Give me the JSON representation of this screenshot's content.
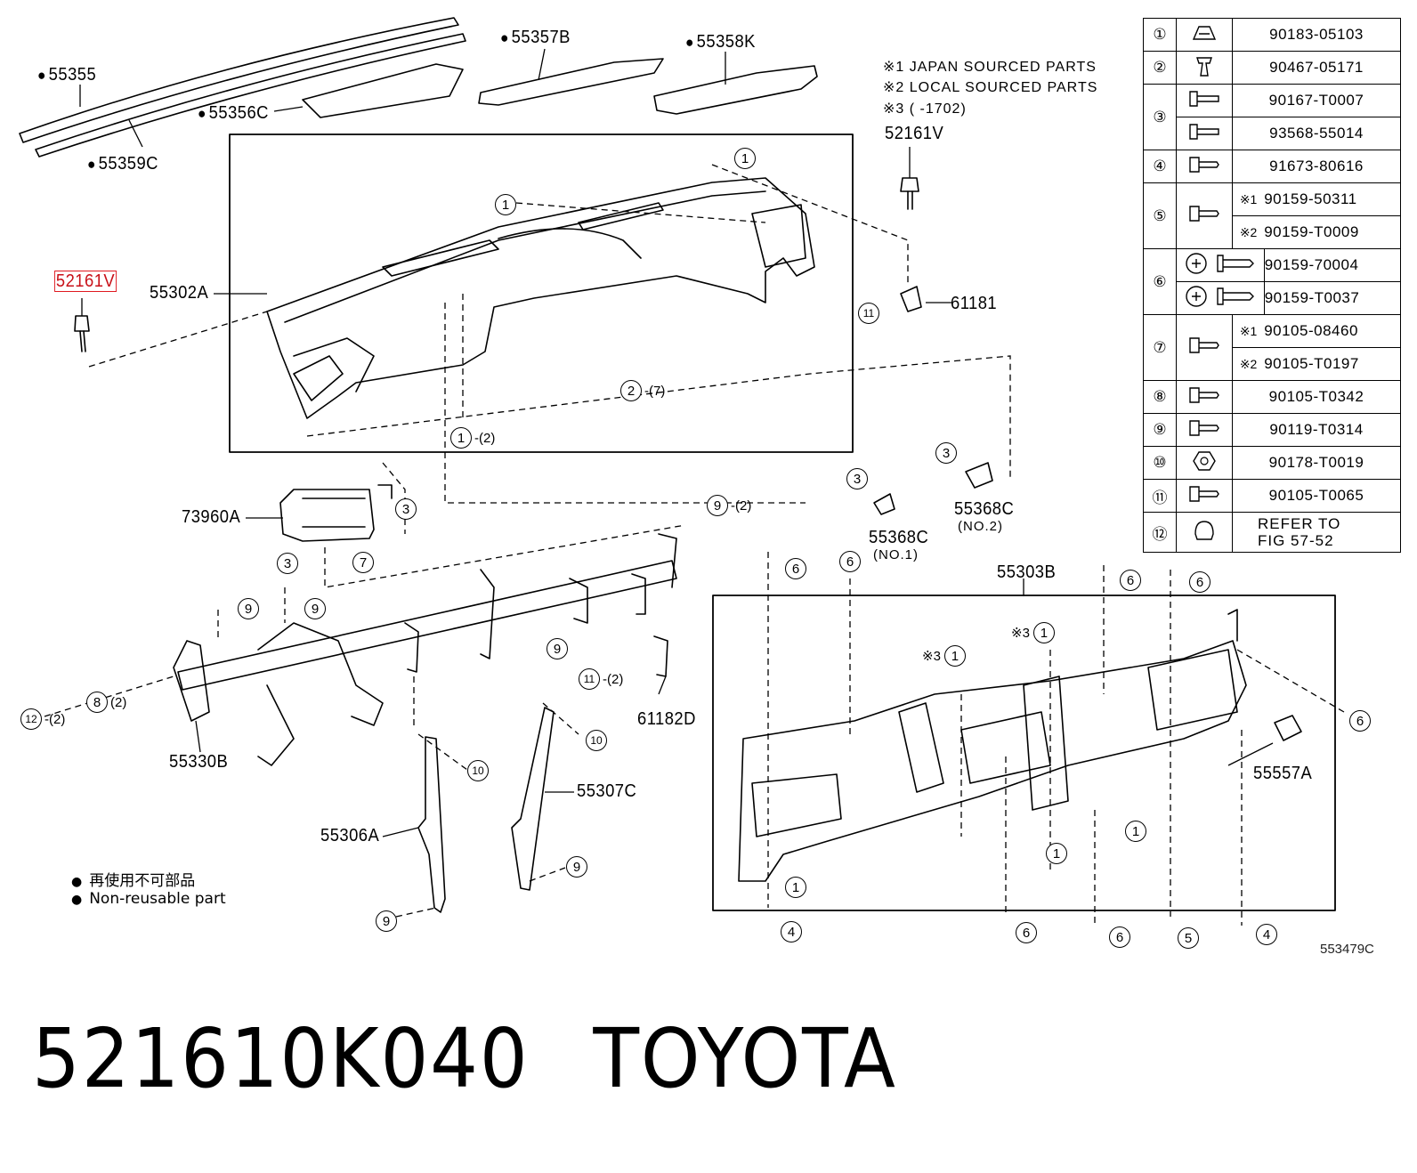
{
  "labels": {
    "p55355": "55355",
    "p55357b": "55357B",
    "p55358k": "55358K",
    "p55356c": "55356C",
    "p55359c": "55359C",
    "p52161v_top": "52161V",
    "p52161v_left": "52161V",
    "p55302a": "55302A",
    "p61181": "61181",
    "p73960a": "73960A",
    "p55368c_no1": "55368C",
    "p55368c_no1_sub": "(NO.1)",
    "p55368c_no2": "55368C",
    "p55368c_no2_sub": "(NO.2)",
    "p55303b": "55303B",
    "p61182d": "61182D",
    "p55330b": "55330B",
    "p55307c": "55307C",
    "p55306a": "55306A",
    "p55557a": "55557A"
  },
  "notes": [
    "※1  JAPAN SOURCED PARTS",
    "※2  LOCAL SOURCED PARTS",
    "※3 (        -1702)"
  ],
  "parts_table": {
    "r1": {
      "no": "①",
      "pn": "90183-05103"
    },
    "r2": {
      "no": "②",
      "pn": "90467-05171"
    },
    "r3": {
      "no": "③",
      "pn_a": "90167-T0007",
      "pn_b": "93568-55014"
    },
    "r4": {
      "no": "④",
      "pn": "91673-80616"
    },
    "r5": {
      "no": "⑤",
      "pre_a": "※1",
      "pn_a": "90159-50311",
      "pre_b": "※2",
      "pn_b": "90159-T0009"
    },
    "r6": {
      "no": "⑥",
      "pn_a": "90159-70004",
      "pn_b": "90159-T0037"
    },
    "r7": {
      "no": "⑦",
      "pre_a": "※1",
      "pn_a": "90105-08460",
      "pre_b": "※2",
      "pn_b": "90105-T0197"
    },
    "r8": {
      "no": "⑧",
      "pn": "90105-T0342"
    },
    "r9": {
      "no": "⑨",
      "pn": "90119-T0314"
    },
    "r10": {
      "no": "⑩",
      "pn": "90178-T0019"
    },
    "r11": {
      "no": "⑪",
      "pn": "90105-T0065"
    },
    "r12": {
      "no": "⑫",
      "pn_a": "REFER TO",
      "pn_b": "FIG 57-52"
    }
  },
  "callouts": {
    "c1": "1",
    "c2": "2",
    "c3": "3",
    "c4": "4",
    "c5": "5",
    "c6": "6",
    "c7": "7",
    "c8": "8",
    "c9": "9",
    "c10": "10",
    "c11": "11",
    "c12": "12",
    "note3": "※3",
    "q2": "-(2)",
    "q7": "-(7)",
    "q2b": "(2)"
  },
  "legend": {
    "line_jp": "再使用不可部品",
    "line_en": "Non-reusable part"
  },
  "fig_code": "553479C",
  "title": {
    "part_number": "521610K040",
    "brand": "TOYOTA"
  }
}
